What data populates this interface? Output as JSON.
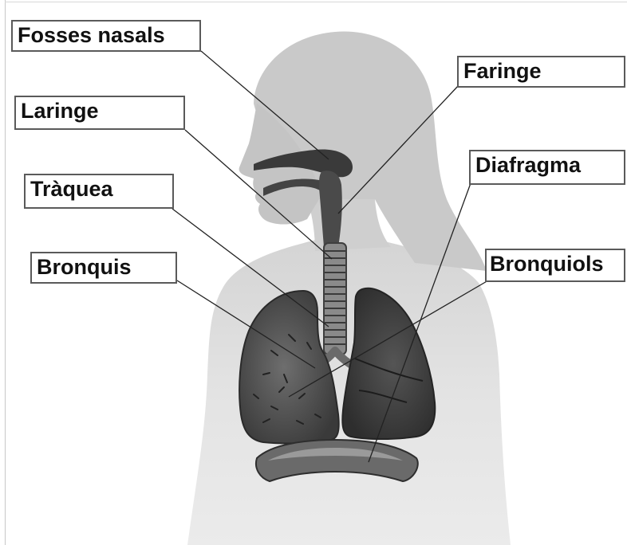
{
  "labels": {
    "fosses_nasals": "Fosses nasals",
    "faringe": "Faringe",
    "laringe": "Laringe",
    "diafragma": "Diafragma",
    "traquea": "Tràquea",
    "bronquis": "Bronquis",
    "bronquiols": "Bronquiols"
  },
  "colors": {
    "silhouette": "#d9d9d9",
    "lung": "#4a4a4a",
    "airway": "#3c3c3c",
    "leader_line": "#222222",
    "label_border": "#5a5a5a"
  }
}
